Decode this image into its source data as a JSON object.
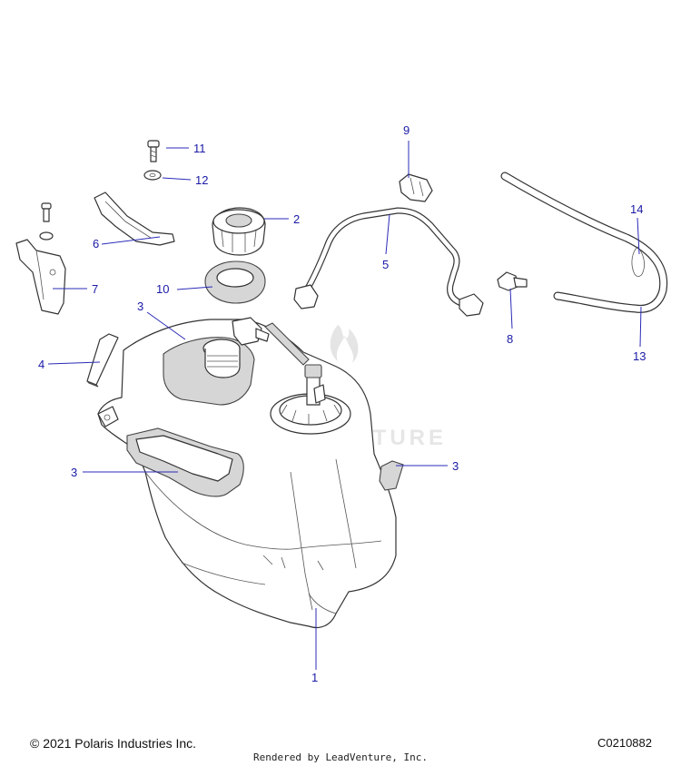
{
  "callouts": {
    "c1": "1",
    "c2": "2",
    "c3a": "3",
    "c3b": "3",
    "c3c": "3",
    "c4": "4",
    "c5": "5",
    "c6": "6",
    "c7": "7",
    "c8": "8",
    "c9": "9",
    "c10": "10",
    "c11": "11",
    "c12": "12",
    "c13": "13",
    "c14": "14"
  },
  "watermark": "LEADVENTURE",
  "footer": {
    "copyright": "© 2021 Polaris Industries Inc.",
    "figure_code": "C0210882",
    "rendered_by": "Rendered by LeadVenture, Inc."
  },
  "colors": {
    "callout": "#1a1aa6",
    "leader": "#2b2bb8",
    "line_art": "#333333"
  }
}
